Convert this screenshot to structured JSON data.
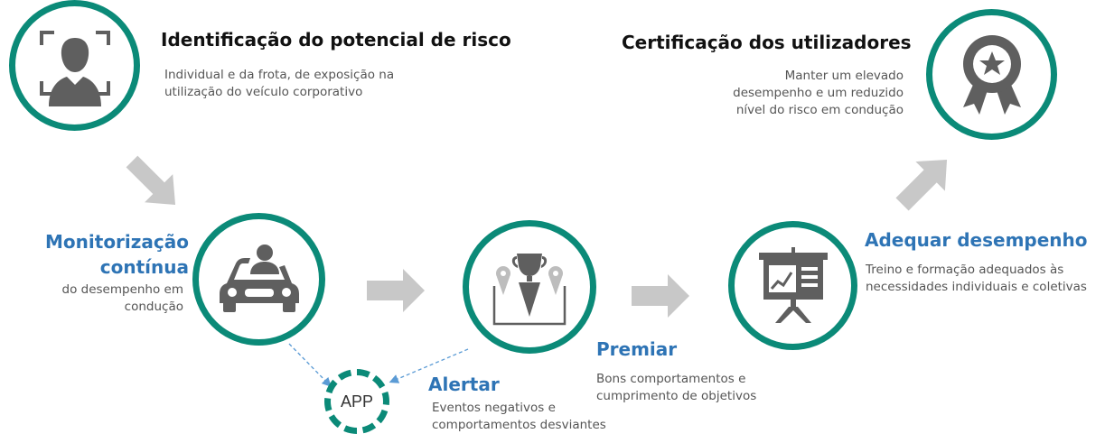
{
  "steps": {
    "identificacao": {
      "title": "Identificação do potencial de risco",
      "lines": [
        "Individual e da frota, de exposição na",
        "utilização do veículo corporativo"
      ],
      "icon": "person-scan-icon"
    },
    "certificacao": {
      "title": "Certificação dos utilizadores",
      "lines": [
        "Manter um elevado",
        "desempenho e um reduzido",
        "nível do risco em condução"
      ],
      "icon": "award-ribbon-icon"
    },
    "monitorizacao": {
      "title_line1": "Monitorização",
      "title_line2": "contínua",
      "lines": [
        "do desempenho em",
        "condução"
      ],
      "icon": "driver-car-icon"
    },
    "adequar": {
      "title": "Adequar desempenho",
      "lines": [
        "Treino e formação adequados às",
        "necessidades individuais e coletivas"
      ],
      "icon": "presentation-board-icon"
    },
    "premiar": {
      "title": "Premiar",
      "lines": [
        "Bons comportamentos e",
        "cumprimento de objetivos"
      ],
      "icon": "trophy-podium-icon"
    },
    "alertar": {
      "title": "Alertar",
      "lines": [
        "Eventos negativos e",
        "comportamentos  desviantes"
      ]
    },
    "app": {
      "label": "APP"
    }
  },
  "colors": {
    "ring": "#0b8a78",
    "heading_blue": "#2e74b5",
    "arrow_gray": "#c8c8c8",
    "icon_gray": "#5f5f5f",
    "dashed_link": "#5b9bd5"
  }
}
